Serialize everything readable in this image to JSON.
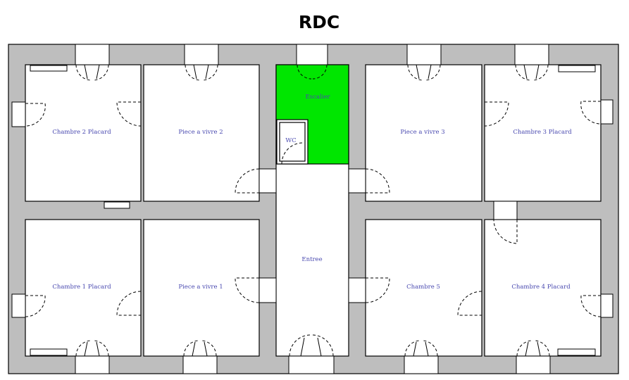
{
  "plan": {
    "title": "RDC",
    "colors": {
      "wall": "#bebebe",
      "stair": "#00e600",
      "label": "#4a4ab0"
    },
    "rooms": {
      "chambre2": "Chambre 2  Placard",
      "piece2": "Piece a vivre 2",
      "escalier": "Escalier",
      "wc": "WC",
      "piece3": "Piece a vivre 3",
      "chambre3": "Chambre 3  Placard",
      "chambre1": "Chambre 1  Placard",
      "piece1": "Piece a vivre 1",
      "entree": "Entree",
      "chambre5": "Chambre 5",
      "chambre4": "Chambre 4  Placard"
    }
  }
}
